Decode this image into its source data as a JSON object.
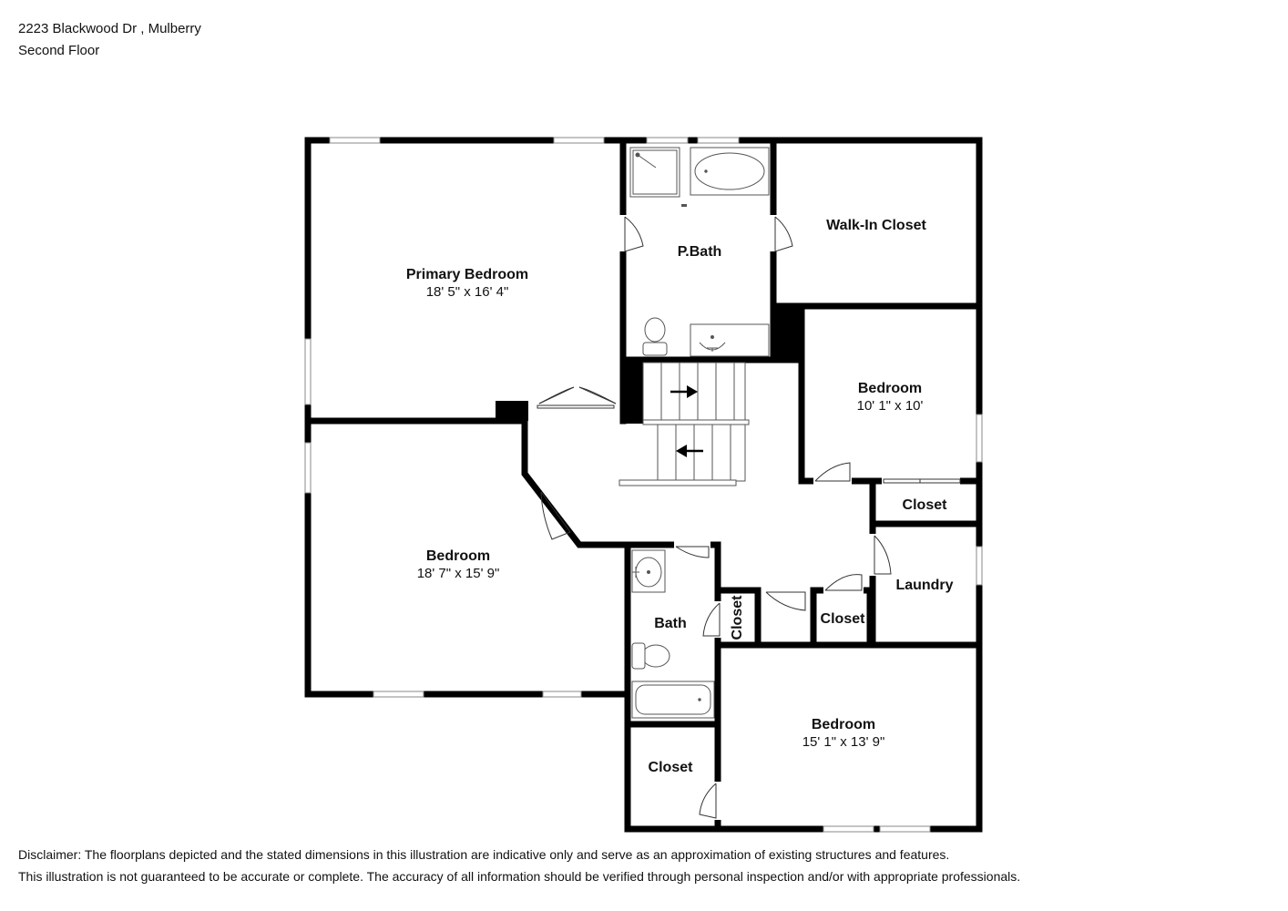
{
  "header": {
    "address": "2223 Blackwood Dr , Mulberry",
    "floor": "Second Floor"
  },
  "rooms": {
    "primary_bedroom": {
      "name": "Primary Bedroom",
      "dims": "18' 5\" x 16' 4\""
    },
    "p_bath": {
      "name": "P.Bath"
    },
    "walk_in_closet": {
      "name": "Walk-In Closet"
    },
    "bedroom_2": {
      "name": "Bedroom",
      "dims": "10' 1\" x 10'"
    },
    "closet_1": {
      "name": "Closet"
    },
    "laundry": {
      "name": "Laundry"
    },
    "bedroom_3": {
      "name": "Bedroom",
      "dims": "18' 7\" x 15' 9\""
    },
    "bath": {
      "name": "Bath"
    },
    "closet_2": {
      "name": "Closet"
    },
    "closet_3": {
      "name": "Closet"
    },
    "bedroom_4": {
      "name": "Bedroom",
      "dims": "15' 1\" x 13' 9\""
    },
    "closet_4": {
      "name": "Closet"
    }
  },
  "disclaimer": {
    "line1": "Disclaimer: The floorplans depicted and the stated dimensions in this illustration are indicative only and serve as an approximation of existing structures and features.",
    "line2": "This illustration is not guaranteed to be accurate or complete. The accuracy of all information should be verified through personal inspection and/or with appropriate professionals."
  },
  "colors": {
    "wall": "#000000",
    "background": "#ffffff",
    "fixture": "#555555"
  }
}
